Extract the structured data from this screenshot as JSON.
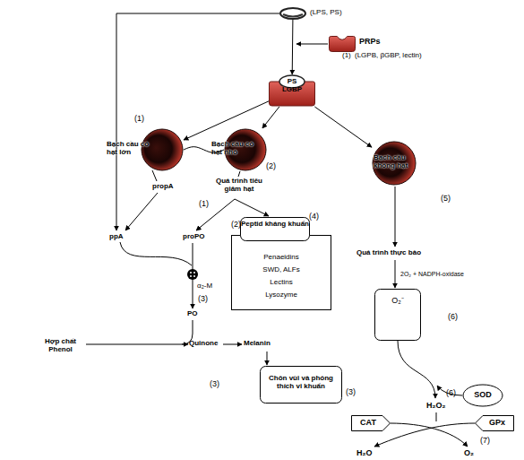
{
  "diagram": {
    "nodes": [
      {
        "text": [
          "(LPS, PS)"
        ]
      },
      {
        "text": [
          "PRPs",
          "(LGPB, βGBP, lectin)"
        ]
      },
      {
        "text": [
          "PS LGBP"
        ]
      },
      {
        "text": [
          "Bạch cầu có hạt lớn"
        ]
      },
      {
        "text": [
          "Bạch cầu có hạt nhỏ"
        ]
      },
      {
        "text": [
          "Bạch cầu không hạt"
        ]
      },
      {
        "text": [
          "Peptid kháng khuẩn"
        ]
      },
      {
        "text": [
          "Penaeidins",
          "SWD, ALFs",
          "Lectins",
          "Lysozyme"
        ]
      },
      {
        "text": [
          "Chôn vùi và phóng thích vi khuẩn"
        ]
      },
      {
        "text": [
          "O₂⁻"
        ]
      },
      {
        "text": [
          "SOD"
        ]
      },
      {
        "text": [
          "CAT"
        ]
      },
      {
        "text": [
          "GPx"
        ]
      }
    ],
    "edges": [
      {
        "from": 0,
        "to": 2,
        "arrow": "to"
      },
      {
        "from": 2,
        "to": 3,
        "arrow": "to"
      },
      {
        "from": 2,
        "to": 4,
        "arrow": "to"
      },
      {
        "from": 2,
        "to": 5,
        "arrow": "to"
      },
      {
        "from": 3,
        "to": 4,
        "arrow": "none"
      }
    ],
    "labels": [
      "(1)",
      "(1)",
      "propA",
      "Quá trình tiêu giảm hạt",
      "(2)",
      "(1)",
      "ppA",
      "proPO",
      "(2)",
      "(4)",
      "α₂-M",
      "(3)",
      "PO",
      "Hợp chất Phenol",
      "Quinone",
      "Melanin",
      "(3)",
      "(3)",
      "(5)",
      "Quá trình thực bào",
      "2O₂ + NADPH-oxidase",
      "(6)",
      "(6)",
      "H₂O₂",
      "H₂O",
      "O₂",
      "(7)"
    ]
  }
}
